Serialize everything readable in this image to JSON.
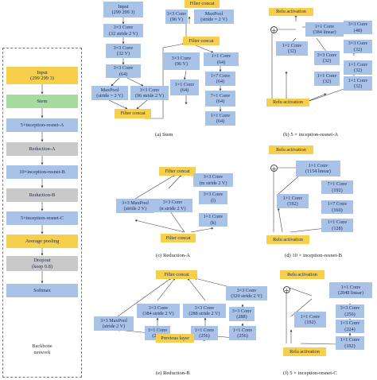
{
  "backbone": {
    "title": "Backbone\nnetwork",
    "blocks": [
      {
        "label": "Input\n(299 299 3)",
        "kind": "yellow"
      },
      {
        "label": "Stem",
        "kind": "green"
      },
      {
        "label": "5×inception-resnet-A",
        "kind": "blue"
      },
      {
        "label": "Reduction-A",
        "kind": "grey"
      },
      {
        "label": "10×inception-resnet-B",
        "kind": "blue"
      },
      {
        "label": "Reduction-B",
        "kind": "grey"
      },
      {
        "label": "5×inception-resnet-C",
        "kind": "blue"
      },
      {
        "label": "Average pooling",
        "kind": "yellow"
      },
      {
        "label": "Dropout\n(keep 0.8)",
        "kind": "grey"
      },
      {
        "label": "Softmax",
        "kind": "blue"
      }
    ]
  },
  "stem": {
    "caption": "(a) Stem",
    "input": "Input\n(299 299 3)",
    "conv1": "3×3 Conv\n(32 stride 2 V)",
    "conv2": "3×3 Conv\n(32 V)",
    "conv3": "3×3 Conv\n(64)",
    "maxpool": "MaxPool\n(stride = 2 V)",
    "conv4": "3×3 Conv\n(96 stride 2 V)",
    "concat1": "Filter concat",
    "concat2": "Filter concat",
    "concat3": "Filter concat",
    "maxpool2": "MaxPool\n(stride = 2 V)",
    "conv5": "3×3 Conv\n(96 V)",
    "conv6": "3×3 Conv\n(96 V)",
    "conv7": "1×1 Conv\n(64)",
    "conv8": "1×7 Conv\n(64)",
    "conv9": "7×1 Conv\n(64)",
    "conv10": "1×1 Conv\n(64)"
  },
  "resnetA": {
    "caption": "(b) 5 × inception-resnet-A",
    "relu_top": "Relu activation",
    "relu_bottom": "Relu activation",
    "linear": "1×1 Conv\n(384 linear)",
    "b1": "1×1 Conv\n(32)",
    "b2a": "3×3 Conv\n(32)",
    "b2b": "1×1 Conv\n(32)",
    "b3a": "3×3 Conv\n(48)",
    "b3b": "3×3 Conv\n(32)",
    "b3c": "1×1 Conv\n(32)",
    "plus": "+"
  },
  "reductionA": {
    "caption": "(c) Reduction-A",
    "concat": "Filter concat",
    "bottom": "Filter concat",
    "maxpool": "3×3 MaxPool\n(stride 2 V)",
    "conv_n": "3×3 Conv\n(n stride 2 V)",
    "conv_m": "3×3 Conv\n(m stride 2 V)",
    "conv_l": "3×3 Conv\n(l)",
    "conv_k": "1×1 Conv\n(k)"
  },
  "resnetB": {
    "caption": "(d) 10 × inception-resnet-B",
    "relu_top": "Relu activation",
    "relu_bottom": "Relu activation",
    "linear": "1×1 Conv\n(1154 linear)",
    "b1": "1×1 Conv\n(192)",
    "b2a": "7×1 Conv\n(192)",
    "b2b": "1×7 Conv\n(160)",
    "b2c": "1×1 Conv\n(128)",
    "plus": "+"
  },
  "reductionB": {
    "caption": "(e) Reduction-B",
    "concat": "Filter concat",
    "bottom": "Previous layer",
    "maxpool": "3×3 MaxPool\n(stride 2 V)",
    "c1a": "3×3 Conv\n(384 stride 2 V)",
    "c1b": "1×1 Conv\n(256)",
    "c2a": "3×3 Conv\n(288 stride 2 V)",
    "c2b": "1×1 Conv\n(256)",
    "c3a": "3×3 Conv\n(320 stride 2 V)",
    "c3b": "3×3 Conv\n(288)",
    "c3c": "1×1 Conv\n(256)"
  },
  "resnetC": {
    "caption": "(f) 5 × inception-resnet-C",
    "relu_top": "Relu activation",
    "relu_bottom": "Relu activation",
    "linear": "1×1 Conv\n(2048 linear)",
    "b1": "1×1 Conv\n(192)",
    "b2a": "3×3 Conv\n(256)",
    "b2b": "1×3 Conv\n(224)",
    "b2c": "1×1 Conv\n(192)",
    "plus": "+"
  },
  "colors": {
    "blue": "#a9c2e8",
    "yellow": "#f6d04d",
    "green": "#a8dba0",
    "grey": "#c9c9c9",
    "line": "#444444"
  }
}
